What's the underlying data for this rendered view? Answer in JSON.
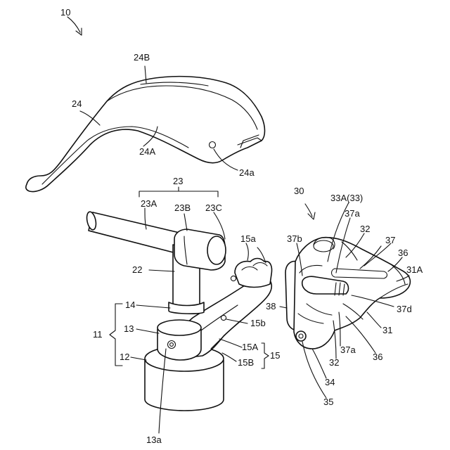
{
  "labels": {
    "l10": "10",
    "l24B": "24B",
    "l24": "24",
    "l24A": "24A",
    "l24a": "24a",
    "l23": "23",
    "l23A": "23A",
    "l23B": "23B",
    "l23C": "23C",
    "l15a": "15a",
    "l22": "22",
    "l14": "14",
    "l11": "11",
    "l13": "13",
    "l12": "12",
    "l15b": "15b",
    "l15A": "15A",
    "l15B": "15B",
    "l15": "15",
    "l13a": "13a",
    "l30": "30",
    "l33A": "33A(33)",
    "l37a_top": "37a",
    "l37b": "37b",
    "l32_top": "32",
    "l37": "37",
    "l36_top": "36",
    "l31A": "31A",
    "l38": "38",
    "l37d": "37d",
    "l31": "31",
    "l37a_bot": "37a",
    "l36_bot": "36",
    "l32_bot": "32",
    "l34": "34",
    "l35": "35"
  }
}
